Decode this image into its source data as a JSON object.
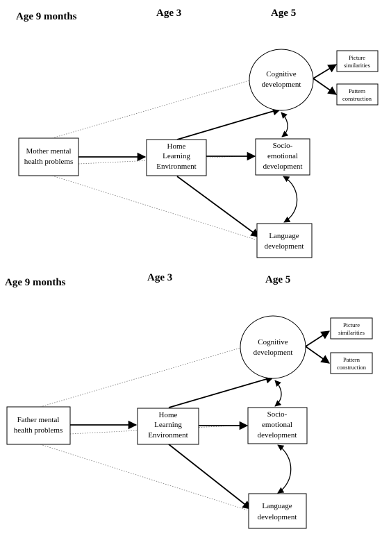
{
  "panels": [
    {
      "id": "mother",
      "ages": {
        "infancy": "Age 9 months",
        "age3": "Age 3",
        "age5": "Age 5"
      },
      "nodes": {
        "parent": [
          "Mother mental",
          "health problems"
        ],
        "home": [
          "Home",
          "Learning",
          "Environment"
        ],
        "cognitive": [
          "Cognitive",
          "development"
        ],
        "socio": [
          "Socio-",
          "emotional",
          "development"
        ],
        "language": [
          "Language",
          "development"
        ],
        "picture": [
          "Picture",
          "similarities"
        ],
        "pattern": [
          "Pattern",
          "construction"
        ]
      }
    },
    {
      "id": "father",
      "ages": {
        "infancy": "Age 9 months",
        "age3": "Age 3",
        "age5": "Age 5"
      },
      "nodes": {
        "parent": [
          "Father mental",
          "health problems"
        ],
        "home": [
          "Home",
          "Learning",
          "Environment"
        ],
        "cognitive": [
          "Cognitive",
          "development"
        ],
        "socio": [
          "Socio-",
          "emotional",
          "development"
        ],
        "language": [
          "Language",
          "development"
        ],
        "picture": [
          "Picture",
          "similarities"
        ],
        "pattern": [
          "Pattern",
          "construction"
        ]
      }
    }
  ]
}
